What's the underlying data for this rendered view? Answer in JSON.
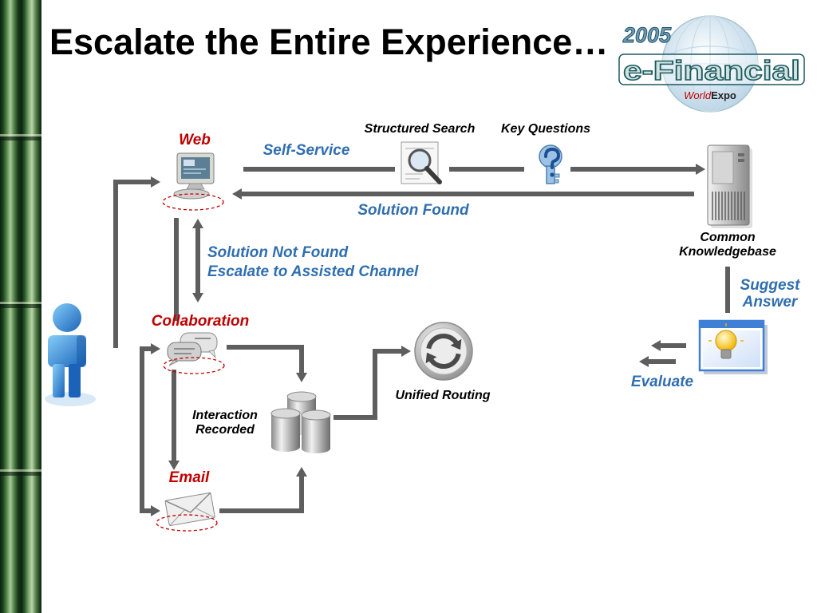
{
  "slide": {
    "title": "Escalate the Entire Experience…"
  },
  "logo": {
    "year": "2005",
    "brand": "e-Financial",
    "sub_world": "World",
    "sub_expo": "Expo"
  },
  "diagram": {
    "channels": {
      "web": "Web",
      "collaboration": "Collaboration",
      "email": "Email"
    },
    "flow_labels": {
      "self_service": "Self-Service",
      "solution_found": "Solution Found",
      "solution_not_found": "Solution Not Found",
      "escalate": "Escalate to Assisted Channel",
      "suggest_line1": "Suggest",
      "suggest_line2": "Answer",
      "evaluate": "Evaluate"
    },
    "nodes": {
      "structured_search": "Structured Search",
      "key_questions": "Key Questions",
      "knowledgebase_line1": "Common",
      "knowledgebase_line2": "Knowledgebase",
      "interaction_line1": "Interaction",
      "interaction_line2": "Recorded",
      "unified_routing": "Unified Routing"
    },
    "icons": {
      "customer": "person-icon",
      "web": "computer-icon",
      "structured_search": "magnifier-document-icon",
      "key_questions": "key-question-icon",
      "knowledgebase": "server-icon",
      "collaboration": "chat-bubbles-icon",
      "interaction_recorded": "database-icon",
      "unified_routing": "routing-arrows-icon",
      "email": "envelope-icon",
      "suggest_answer": "lightbulb-window-icon"
    }
  },
  "colors": {
    "connector": "#5e5e5e",
    "channel_label": "#c00000",
    "flow_label": "#2f6eb0",
    "person": "#1f6fc0",
    "logo_teal": "#1c5961"
  }
}
